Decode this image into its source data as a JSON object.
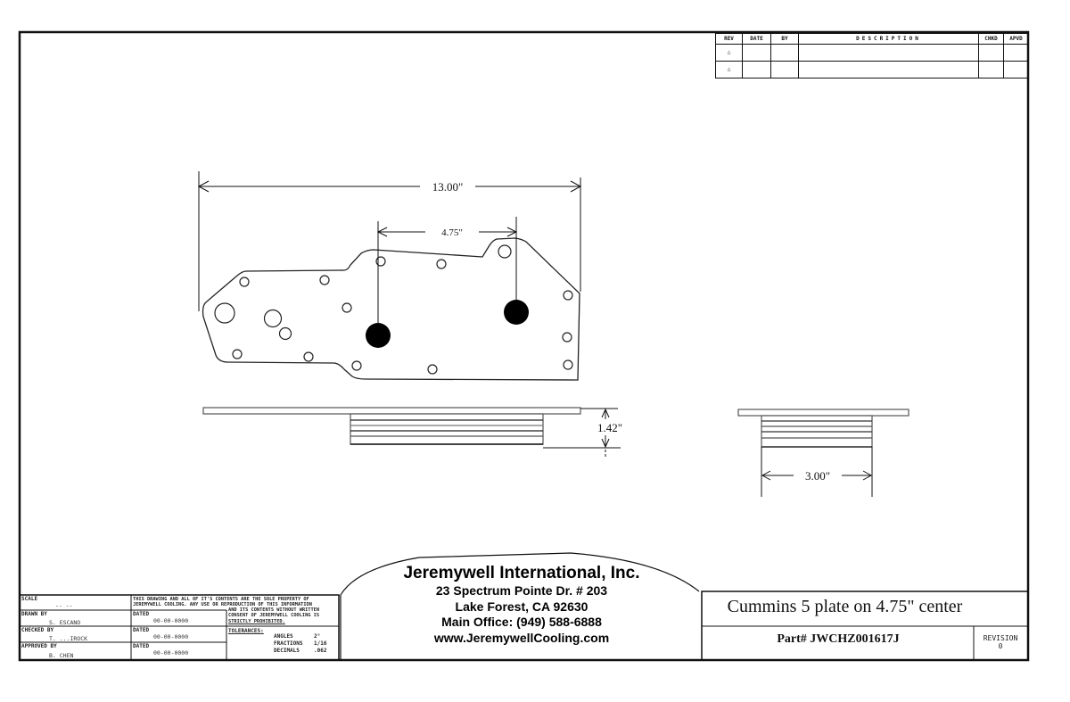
{
  "revision_table": {
    "headers": [
      "REV",
      "DATE",
      "BY",
      "DESCRIPTION",
      "CHKD",
      "APVD"
    ],
    "rows": [
      {
        "rev": "△",
        "date": "",
        "by": "",
        "description": "",
        "chkd": "",
        "apvd": ""
      },
      {
        "rev": "△",
        "date": "",
        "by": "",
        "description": "",
        "chkd": "",
        "apvd": ""
      }
    ]
  },
  "dimensions": {
    "overall_length": "13.00\"",
    "center_distance": "4.75\"",
    "height": "1.42\"",
    "width": "3.00\""
  },
  "title_block": {
    "scale_label": "SCALE",
    "scale_value": "-- --",
    "drawn_by_label": "DRAWN BY",
    "drawn_by_value": "S. ESCANO",
    "checked_by_label": "CHECKED BY",
    "checked_by_value": "T. ...IROCK",
    "approved_by_label": "APPROVED BY",
    "approved_by_value": "B. CHEN",
    "dated_label": "DATED",
    "dated_value": "00-00-0000",
    "proprietary_line1": "THIS DRAWING AND ALL OF IT'S CONTENTS ARE THE SOLE PROPERTY OF",
    "proprietary_line2": "JEREMYWELL COOLING. ANY USE OR REPRODUCTION OF THIS INFORMATION",
    "proprietary_line3": "AND ITS CONTENTS WITHOUT WRITTEN",
    "proprietary_line4": "CONSENT OF JEREMYWELL COOLING IS",
    "proprietary_line5": "STRICTLY PROHIBITED.",
    "tolerances_label": "TOLERANCES:",
    "angles_label": "ANGLES",
    "angles_value": "2°",
    "fractions_label": "FRACTIONS",
    "fractions_value": "1/16",
    "decimals_label": "DECIMALS",
    "decimals_value": ".062"
  },
  "company": {
    "name": "Jeremywell International, Inc.",
    "address1": "23 Spectrum Pointe Dr. # 203",
    "address2": "Lake Forest, CA 92630",
    "phone": "Main Office: (949) 588-6888",
    "website": "www.JeremywellCooling.com"
  },
  "drawing_title": "Cummins 5 plate on 4.75\" center",
  "part_number": "Part# JWCHZ001617J",
  "revision_label": "REVISION",
  "revision_value": "0"
}
